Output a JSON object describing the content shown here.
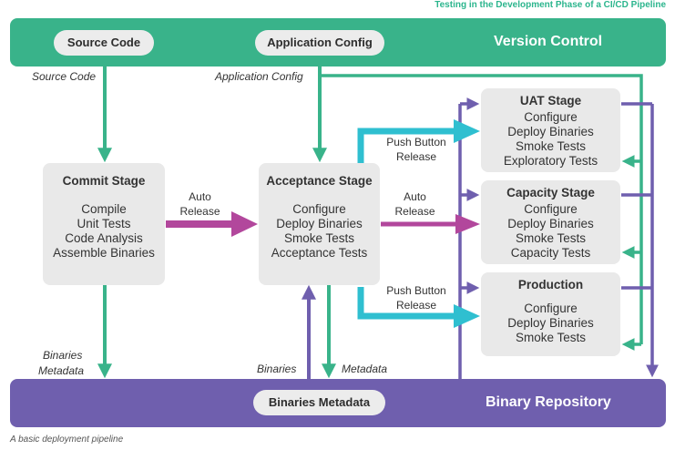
{
  "header": {
    "title": "Testing in the Development Phase of a CI/CD Pipeline"
  },
  "version_control": {
    "title": "Version Control",
    "pill_source": "Source Code",
    "pill_config": "Application Config"
  },
  "binary_repository": {
    "title": "Binary Repository",
    "pill": "Binaries Metadata"
  },
  "labels": {
    "source_code": "Source Code",
    "application_config": "Application Config",
    "binaries": "Binaries",
    "metadata": "Metadata",
    "auto": "Auto",
    "release": "Release",
    "push_button": "Push Button",
    "push_release": "Release"
  },
  "stages": {
    "commit": {
      "title": "Commit Stage",
      "items": [
        "Compile",
        "Unit Tests",
        "Code Analysis",
        "Assemble Binaries"
      ]
    },
    "acceptance": {
      "title": "Acceptance Stage",
      "items": [
        "Configure",
        "Deploy Binaries",
        "Smoke Tests",
        "Acceptance Tests"
      ]
    },
    "uat": {
      "title": "UAT Stage",
      "items": [
        "Configure",
        "Deploy Binaries",
        "Smoke Tests",
        "Exploratory Tests"
      ]
    },
    "capacity": {
      "title": "Capacity Stage",
      "items": [
        "Configure",
        "Deploy Binaries",
        "Smoke Tests",
        "Capacity Tests"
      ]
    },
    "production": {
      "title": "Production",
      "items": [
        "Configure",
        "Deploy Binaries",
        "Smoke Tests"
      ]
    }
  },
  "caption": "A basic deployment pipeline",
  "colors": {
    "green": "#39b38a",
    "purple": "#6f5fae",
    "magenta": "#b2479c",
    "cyan": "#2fbfd0",
    "stage_bg": "#e9e9e9"
  }
}
